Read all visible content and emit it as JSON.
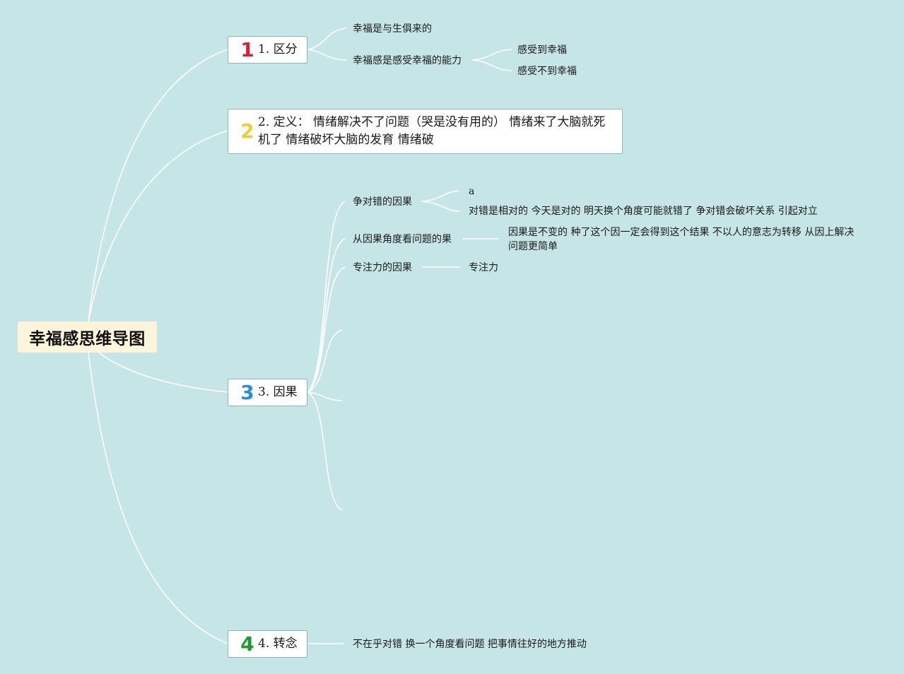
{
  "colors": {
    "background": "#c6e5e6",
    "root_fill": "#fdf5db",
    "connector": "#ffffff",
    "badge_1": "#d8203a",
    "badge_2": "#eccd3f",
    "badge_3": "#2a8fd8",
    "badge_4": "#1f9a2c"
  },
  "root": {
    "title": "幸福感思维导图"
  },
  "topics": [
    {
      "badge": "1",
      "label": "1. 区分",
      "children": [
        {
          "label": "幸福是与生俱来的"
        },
        {
          "label": "幸福感是感受幸福的能力",
          "children": [
            {
              "label": "感受到幸福"
            },
            {
              "label": "感受不到幸福"
            }
          ]
        }
      ]
    },
    {
      "badge": "2",
      "label": "2. 定义： 情绪解决不了问题（哭是没有用的） 情绪来了大脑就死机了 情绪破坏大脑的发育 情绪破"
    },
    {
      "badge": "3",
      "label": "3. 因果",
      "children": [
        {
          "label": "争对错的因果",
          "children": [
            {
              "label": "a"
            },
            {
              "label": "对错是相对的 今天是对的 明天换个角度可能就错了 争对错会破坏关系 引起对立"
            }
          ]
        },
        {
          "label": "从因果角度看问题的果",
          "children": [
            {
              "label": "因果是不变的 种了这个因一定会得到这个结果 不以人的意志为转移 从因上解决问题更简单"
            }
          ]
        },
        {
          "label": "专注力的因果",
          "children": [
            {
              "label": "专注力"
            }
          ]
        }
      ]
    },
    {
      "badge": "4",
      "label": "4. 转念",
      "children": [
        {
          "label": "不在乎对错 换一个角度看问题 把事情往好的地方推动"
        }
      ]
    }
  ]
}
